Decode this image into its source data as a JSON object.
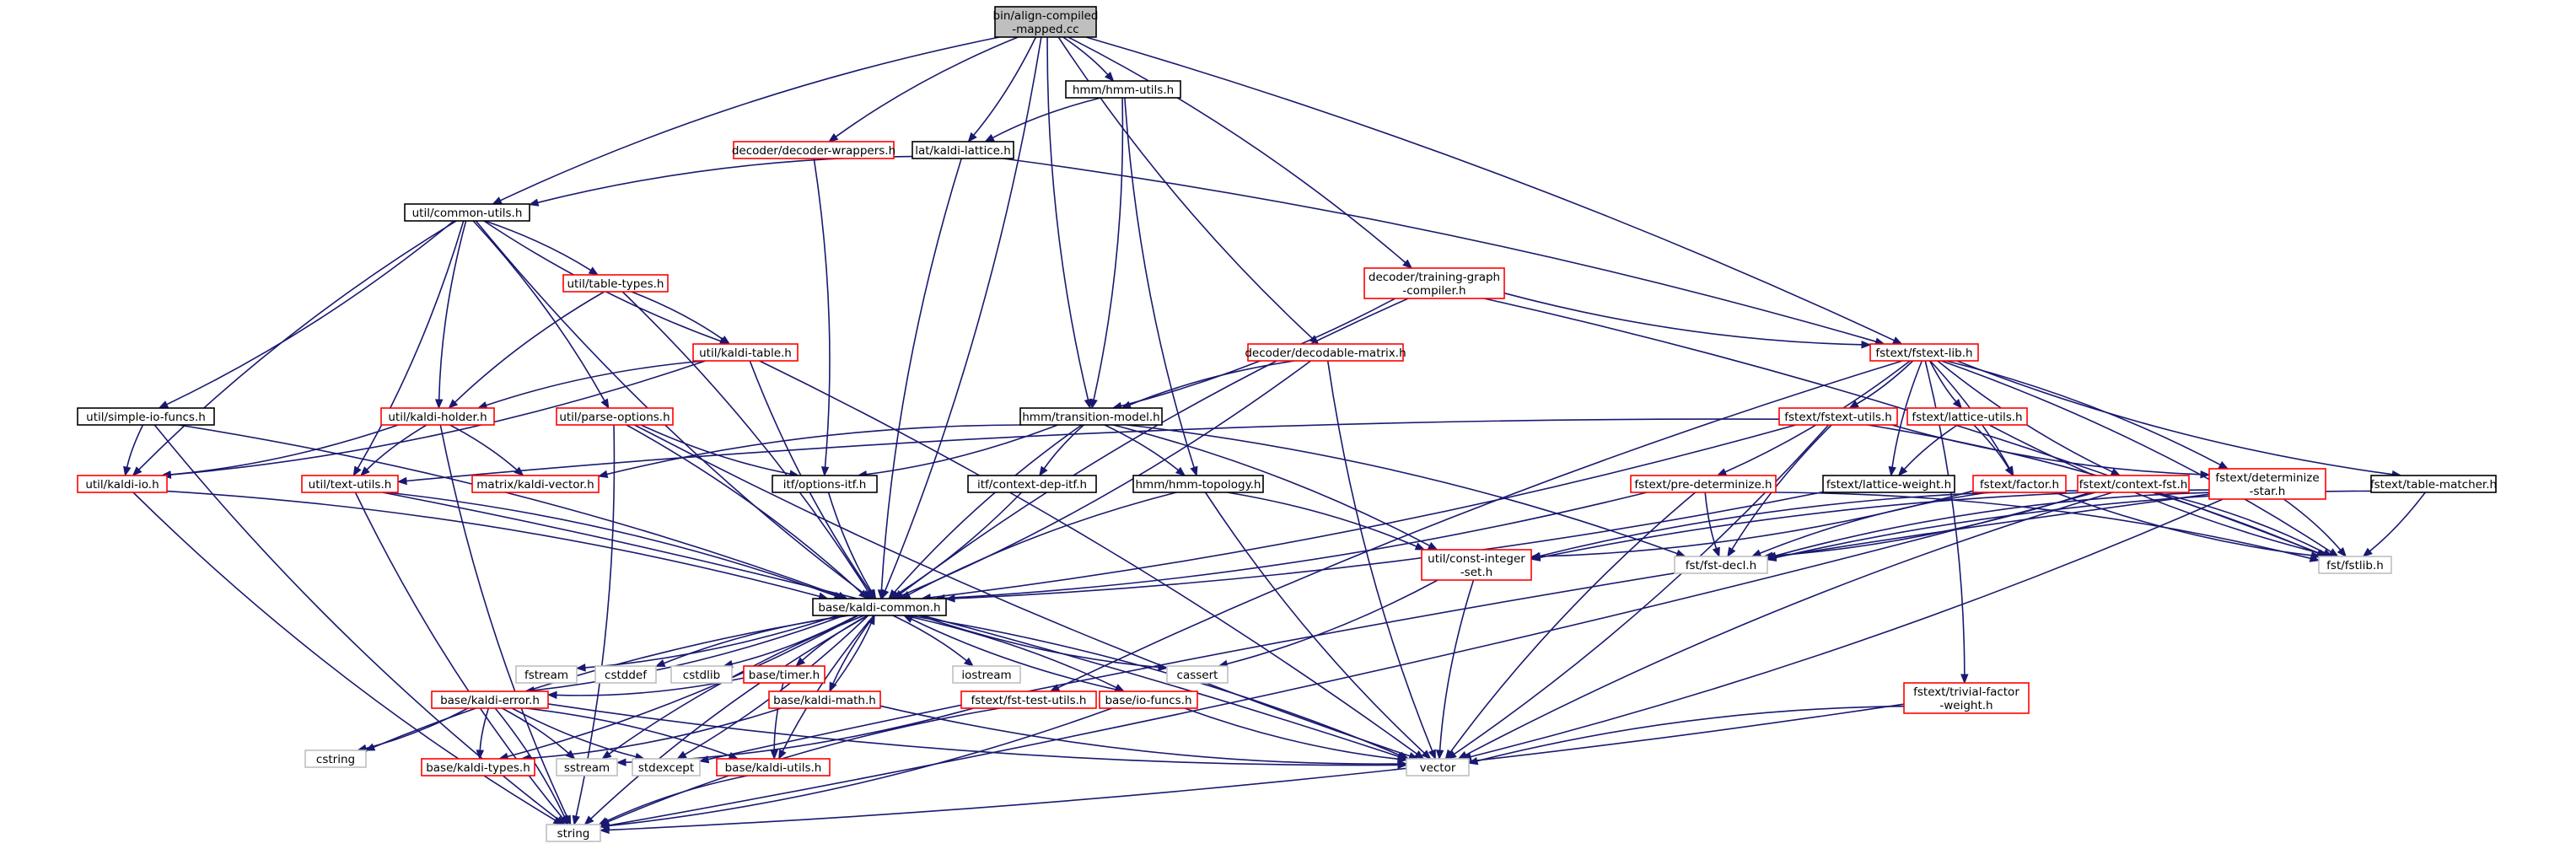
{
  "colors": {
    "edge": "#191970",
    "node_border_black": "#000000",
    "node_border_red": "#ff0000",
    "node_border_gray": "#bfbfbf",
    "root_fill": "#bfbfbf"
  },
  "nodes": [
    {
      "id": "root",
      "lines": [
        "bin/align-compiled",
        "-mapped.cc"
      ],
      "border": "root"
    },
    {
      "id": "hmm_utils",
      "lines": [
        "hmm/hmm-utils.h"
      ],
      "border": "black"
    },
    {
      "id": "dec_wrappers",
      "lines": [
        "decoder/decoder-wrappers.h"
      ],
      "border": "red"
    },
    {
      "id": "kaldi_lattice",
      "lines": [
        "lat/kaldi-lattice.h"
      ],
      "border": "black"
    },
    {
      "id": "common_utils",
      "lines": [
        "util/common-utils.h"
      ],
      "border": "black"
    },
    {
      "id": "table_types",
      "lines": [
        "util/table-types.h"
      ],
      "border": "red"
    },
    {
      "id": "training_graph",
      "lines": [
        "decoder/training-graph",
        "-compiler.h"
      ],
      "border": "red"
    },
    {
      "id": "kaldi_table",
      "lines": [
        "util/kaldi-table.h"
      ],
      "border": "red"
    },
    {
      "id": "decodable_matrix",
      "lines": [
        "decoder/decodable-matrix.h"
      ],
      "border": "red"
    },
    {
      "id": "fstext_lib",
      "lines": [
        "fstext/fstext-lib.h"
      ],
      "border": "red"
    },
    {
      "id": "simple_io",
      "lines": [
        "util/simple-io-funcs.h"
      ],
      "border": "black"
    },
    {
      "id": "kaldi_holder",
      "lines": [
        "util/kaldi-holder.h"
      ],
      "border": "red"
    },
    {
      "id": "parse_options",
      "lines": [
        "util/parse-options.h"
      ],
      "border": "red"
    },
    {
      "id": "transition_model",
      "lines": [
        "hmm/transition-model.h"
      ],
      "border": "black"
    },
    {
      "id": "fstext_utils",
      "lines": [
        "fstext/fstext-utils.h"
      ],
      "border": "red"
    },
    {
      "id": "lattice_utils",
      "lines": [
        "fstext/lattice-utils.h"
      ],
      "border": "red"
    },
    {
      "id": "kaldi_io",
      "lines": [
        "util/kaldi-io.h"
      ],
      "border": "red"
    },
    {
      "id": "kaldi_vector",
      "lines": [
        "matrix/kaldi-vector.h"
      ],
      "border": "red"
    },
    {
      "id": "text_utils",
      "lines": [
        "util/text-utils.h"
      ],
      "border": "red"
    },
    {
      "id": "options_itf",
      "lines": [
        "itf/options-itf.h"
      ],
      "border": "black"
    },
    {
      "id": "context_dep_itf",
      "lines": [
        "itf/context-dep-itf.h"
      ],
      "border": "black"
    },
    {
      "id": "hmm_topology",
      "lines": [
        "hmm/hmm-topology.h"
      ],
      "border": "black"
    },
    {
      "id": "pre_determinize",
      "lines": [
        "fstext/pre-determinize.h"
      ],
      "border": "red"
    },
    {
      "id": "lattice_weight",
      "lines": [
        "fstext/lattice-weight.h"
      ],
      "border": "black"
    },
    {
      "id": "factor",
      "lines": [
        "fstext/factor.h"
      ],
      "border": "red"
    },
    {
      "id": "context_fst",
      "lines": [
        "fstext/context-fst.h"
      ],
      "border": "red"
    },
    {
      "id": "determinize_star",
      "lines": [
        "fstext/determinize",
        "-star.h"
      ],
      "border": "red"
    },
    {
      "id": "table_matcher",
      "lines": [
        "fstext/table-matcher.h"
      ],
      "border": "black"
    },
    {
      "id": "kaldi_common",
      "lines": [
        "base/kaldi-common.h"
      ],
      "border": "black"
    },
    {
      "id": "const_integer_set",
      "lines": [
        "util/const-integer",
        "-set.h"
      ],
      "border": "red"
    },
    {
      "id": "fst_decl",
      "lines": [
        "fst/fst-decl.h"
      ],
      "border": "gray"
    },
    {
      "id": "fstlib",
      "lines": [
        "fst/fstlib.h"
      ],
      "border": "gray"
    },
    {
      "id": "fstream",
      "lines": [
        "fstream"
      ],
      "border": "gray"
    },
    {
      "id": "cstddef",
      "lines": [
        "cstddef"
      ],
      "border": "gray"
    },
    {
      "id": "cstdlib",
      "lines": [
        "cstdlib"
      ],
      "border": "gray"
    },
    {
      "id": "timer",
      "lines": [
        "base/timer.h"
      ],
      "border": "red"
    },
    {
      "id": "iostream",
      "lines": [
        "iostream"
      ],
      "border": "gray"
    },
    {
      "id": "cassert",
      "lines": [
        "cassert"
      ],
      "border": "gray"
    },
    {
      "id": "kaldi_error",
      "lines": [
        "base/kaldi-error.h"
      ],
      "border": "red"
    },
    {
      "id": "kaldi_math",
      "lines": [
        "base/kaldi-math.h"
      ],
      "border": "red"
    },
    {
      "id": "fst_test_utils",
      "lines": [
        "fstext/fst-test-utils.h"
      ],
      "border": "red"
    },
    {
      "id": "io_funcs",
      "lines": [
        "base/io-funcs.h"
      ],
      "border": "red"
    },
    {
      "id": "trivial_factor",
      "lines": [
        "fstext/trivial-factor",
        "-weight.h"
      ],
      "border": "red"
    },
    {
      "id": "cstring",
      "lines": [
        "cstring"
      ],
      "border": "gray"
    },
    {
      "id": "kaldi_types",
      "lines": [
        "base/kaldi-types.h"
      ],
      "border": "red"
    },
    {
      "id": "sstream",
      "lines": [
        "sstream"
      ],
      "border": "gray"
    },
    {
      "id": "stdexcept",
      "lines": [
        "stdexcept"
      ],
      "border": "gray"
    },
    {
      "id": "kaldi_utils",
      "lines": [
        "base/kaldi-utils.h"
      ],
      "border": "red"
    },
    {
      "id": "vector",
      "lines": [
        "vector"
      ],
      "border": "gray"
    },
    {
      "id": "string",
      "lines": [
        "string"
      ],
      "border": "gray"
    }
  ],
  "edges": [
    [
      "root",
      "hmm_utils"
    ],
    [
      "root",
      "dec_wrappers"
    ],
    [
      "root",
      "kaldi_lattice"
    ],
    [
      "root",
      "common_utils"
    ],
    [
      "root",
      "training_graph"
    ],
    [
      "root",
      "decodable_matrix"
    ],
    [
      "root",
      "fstext_lib"
    ],
    [
      "root",
      "transition_model"
    ],
    [
      "root",
      "kaldi_common"
    ],
    [
      "hmm_utils",
      "kaldi_lattice"
    ],
    [
      "hmm_utils",
      "transition_model"
    ],
    [
      "hmm_utils",
      "hmm_topology"
    ],
    [
      "dec_wrappers",
      "options_itf"
    ],
    [
      "kaldi_lattice",
      "common_utils"
    ],
    [
      "kaldi_lattice",
      "fstext_lib"
    ],
    [
      "kaldi_lattice",
      "kaldi_common"
    ],
    [
      "common_utils",
      "table_types"
    ],
    [
      "common_utils",
      "kaldi_table"
    ],
    [
      "common_utils",
      "simple_io"
    ],
    [
      "common_utils",
      "kaldi_holder"
    ],
    [
      "common_utils",
      "parse_options"
    ],
    [
      "common_utils",
      "kaldi_io"
    ],
    [
      "common_utils",
      "text_utils"
    ],
    [
      "common_utils",
      "kaldi_common"
    ],
    [
      "table_types",
      "kaldi_table"
    ],
    [
      "table_types",
      "kaldi_holder"
    ],
    [
      "table_types",
      "kaldi_common"
    ],
    [
      "training_graph",
      "fstext_lib"
    ],
    [
      "training_graph",
      "transition_model"
    ],
    [
      "training_graph",
      "kaldi_common"
    ],
    [
      "training_graph",
      "fstlib"
    ],
    [
      "kaldi_table",
      "kaldi_holder"
    ],
    [
      "kaldi_table",
      "kaldi_io"
    ],
    [
      "kaldi_table",
      "kaldi_common"
    ],
    [
      "kaldi_table",
      "vector"
    ],
    [
      "decodable_matrix",
      "transition_model"
    ],
    [
      "decodable_matrix",
      "kaldi_common"
    ],
    [
      "decodable_matrix",
      "vector"
    ],
    [
      "fstext_lib",
      "fstext_utils"
    ],
    [
      "fstext_lib",
      "lattice_utils"
    ],
    [
      "fstext_lib",
      "pre_determinize"
    ],
    [
      "fstext_lib",
      "lattice_weight"
    ],
    [
      "fstext_lib",
      "factor"
    ],
    [
      "fstext_lib",
      "context_fst"
    ],
    [
      "fstext_lib",
      "determinize_star"
    ],
    [
      "fstext_lib",
      "table_matcher"
    ],
    [
      "fstext_lib",
      "fstlib"
    ],
    [
      "fstext_lib",
      "fst_test_utils"
    ],
    [
      "fstext_lib",
      "trivial_factor"
    ],
    [
      "simple_io",
      "kaldi_io"
    ],
    [
      "simple_io",
      "kaldi_common"
    ],
    [
      "simple_io",
      "string"
    ],
    [
      "kaldi_holder",
      "kaldi_io"
    ],
    [
      "kaldi_holder",
      "text_utils"
    ],
    [
      "kaldi_holder",
      "kaldi_vector"
    ],
    [
      "kaldi_holder",
      "string"
    ],
    [
      "parse_options",
      "kaldi_common"
    ],
    [
      "parse_options",
      "options_itf"
    ],
    [
      "parse_options",
      "string"
    ],
    [
      "parse_options",
      "vector"
    ],
    [
      "transition_model",
      "options_itf"
    ],
    [
      "transition_model",
      "context_dep_itf"
    ],
    [
      "transition_model",
      "hmm_topology"
    ],
    [
      "transition_model",
      "kaldi_common"
    ],
    [
      "transition_model",
      "const_integer_set"
    ],
    [
      "transition_model",
      "kaldi_vector"
    ],
    [
      "transition_model",
      "fst_decl"
    ],
    [
      "fstext_utils",
      "text_utils"
    ],
    [
      "fstext_utils",
      "kaldi_common"
    ],
    [
      "fstext_utils",
      "fst_decl"
    ],
    [
      "fstext_utils",
      "fstlib"
    ],
    [
      "fstext_utils",
      "determinize_star"
    ],
    [
      "fstext_utils",
      "vector"
    ],
    [
      "lattice_utils",
      "lattice_weight"
    ],
    [
      "lattice_utils",
      "factor"
    ],
    [
      "lattice_utils",
      "fstlib"
    ],
    [
      "kaldi_io",
      "kaldi_common"
    ],
    [
      "kaldi_io",
      "string"
    ],
    [
      "text_utils",
      "kaldi_common"
    ],
    [
      "text_utils",
      "string"
    ],
    [
      "text_utils",
      "vector"
    ],
    [
      "options_itf",
      "kaldi_common"
    ],
    [
      "context_dep_itf",
      "kaldi_common"
    ],
    [
      "hmm_topology",
      "kaldi_common"
    ],
    [
      "hmm_topology",
      "const_integer_set"
    ],
    [
      "hmm_topology",
      "vector"
    ],
    [
      "pre_determinize",
      "kaldi_common"
    ],
    [
      "pre_determinize",
      "fst_decl"
    ],
    [
      "pre_determinize",
      "fstlib"
    ],
    [
      "pre_determinize",
      "vector"
    ],
    [
      "lattice_weight",
      "kaldi_common"
    ],
    [
      "factor",
      "fst_decl"
    ],
    [
      "factor",
      "const_integer_set"
    ],
    [
      "factor",
      "fstlib"
    ],
    [
      "context_fst",
      "fst_decl"
    ],
    [
      "context_fst",
      "const_integer_set"
    ],
    [
      "context_fst",
      "fstlib"
    ],
    [
      "context_fst",
      "vector"
    ],
    [
      "context_fst",
      "string"
    ],
    [
      "determinize_star",
      "fst_decl"
    ],
    [
      "determinize_star",
      "fstlib"
    ],
    [
      "determinize_star",
      "const_integer_set"
    ],
    [
      "determinize_star",
      "vector"
    ],
    [
      "determinize_star",
      "stdexcept"
    ],
    [
      "table_matcher",
      "fstlib"
    ],
    [
      "table_matcher",
      "fst_decl"
    ],
    [
      "kaldi_common",
      "fstream"
    ],
    [
      "kaldi_common",
      "cstddef"
    ],
    [
      "kaldi_common",
      "cstdlib"
    ],
    [
      "kaldi_common",
      "timer"
    ],
    [
      "kaldi_common",
      "iostream"
    ],
    [
      "kaldi_common",
      "cassert"
    ],
    [
      "kaldi_common",
      "kaldi_error"
    ],
    [
      "kaldi_common",
      "kaldi_math"
    ],
    [
      "kaldi_common",
      "io_funcs"
    ],
    [
      "kaldi_common",
      "cstring"
    ],
    [
      "kaldi_common",
      "kaldi_types"
    ],
    [
      "kaldi_common",
      "sstream"
    ],
    [
      "kaldi_common",
      "stdexcept"
    ],
    [
      "kaldi_common",
      "kaldi_utils"
    ],
    [
      "kaldi_common",
      "vector"
    ],
    [
      "kaldi_common",
      "string"
    ],
    [
      "const_integer_set",
      "cassert"
    ],
    [
      "const_integer_set",
      "vector"
    ],
    [
      "timer",
      "kaldi_error"
    ],
    [
      "timer",
      "kaldi_utils"
    ],
    [
      "kaldi_error",
      "cstring"
    ],
    [
      "kaldi_error",
      "kaldi_types"
    ],
    [
      "kaldi_error",
      "sstream"
    ],
    [
      "kaldi_error",
      "stdexcept"
    ],
    [
      "kaldi_error",
      "kaldi_utils"
    ],
    [
      "kaldi_error",
      "vector"
    ],
    [
      "kaldi_error",
      "string"
    ],
    [
      "kaldi_math",
      "kaldi_common"
    ],
    [
      "kaldi_math",
      "kaldi_types"
    ],
    [
      "kaldi_math",
      "vector"
    ],
    [
      "fst_test_utils",
      "sstream"
    ],
    [
      "fst_test_utils",
      "string"
    ],
    [
      "io_funcs",
      "kaldi_common"
    ],
    [
      "io_funcs",
      "vector"
    ],
    [
      "io_funcs",
      "string"
    ],
    [
      "trivial_factor",
      "vector"
    ],
    [
      "trivial_factor",
      "string"
    ],
    [
      "kaldi_utils",
      "string"
    ]
  ]
}
